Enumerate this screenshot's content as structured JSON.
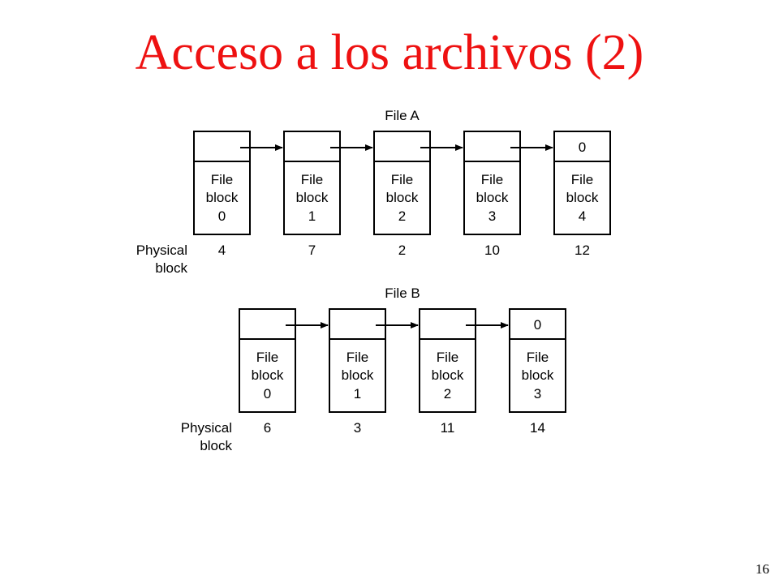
{
  "slide": {
    "title": "Acceso a los archivos (2)",
    "page_number": "16"
  },
  "files": [
    {
      "name": "File A",
      "blocks": [
        {
          "line1": "File",
          "line2": "block",
          "index": "0",
          "next": "",
          "physical": "4"
        },
        {
          "line1": "File",
          "line2": "block",
          "index": "1",
          "next": "",
          "physical": "7"
        },
        {
          "line1": "File",
          "line2": "block",
          "index": "2",
          "next": "",
          "physical": "2"
        },
        {
          "line1": "File",
          "line2": "block",
          "index": "3",
          "next": "",
          "physical": "10"
        },
        {
          "line1": "File",
          "line2": "block",
          "index": "4",
          "next": "0",
          "physical": "12"
        }
      ],
      "physical_label": [
        "Physical",
        "block"
      ]
    },
    {
      "name": "File B",
      "blocks": [
        {
          "line1": "File",
          "line2": "block",
          "index": "0",
          "next": "",
          "physical": "6"
        },
        {
          "line1": "File",
          "line2": "block",
          "index": "1",
          "next": "",
          "physical": "3"
        },
        {
          "line1": "File",
          "line2": "block",
          "index": "2",
          "next": "",
          "physical": "11"
        },
        {
          "line1": "File",
          "line2": "block",
          "index": "3",
          "next": "0",
          "physical": "14"
        }
      ],
      "physical_label": [
        "Physical",
        "block"
      ]
    }
  ]
}
